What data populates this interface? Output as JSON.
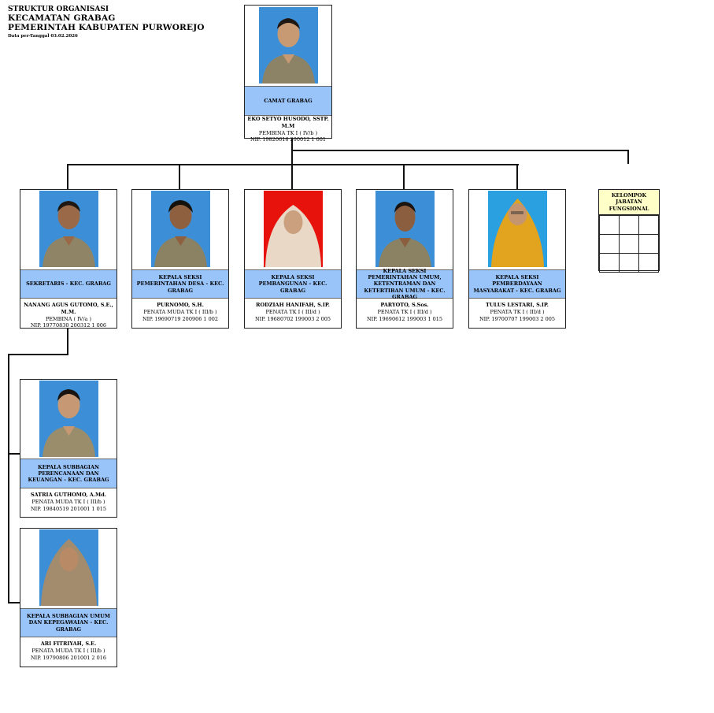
{
  "header": {
    "line1": "STRUKTUR ORGANISASI",
    "line2": "KECAMATAN GRABAG",
    "line3": "PEMERINTAH KABUPATEN PURWOREJO",
    "line4": "Data per-Tanggal 03.02.2026"
  },
  "camat": {
    "jabatan": "CAMAT GRABAG",
    "nama": "EKO SETYO HUSODO, SSTP. M.M",
    "pangkat": "PEMBINA TK I ( IV/b )",
    "nip": "NIP. 19820616 200012 1 001"
  },
  "sekretaris": {
    "jabatan": "SEKRETARIS - KEC. GRABAG",
    "nama": "NANANG AGUS GUTOMO, S.E., M.M.",
    "pangkat": "PEMBINA ( IV/a )",
    "nip": "NIP. 19770830 200312 1 006"
  },
  "kasi_pemerintahan": {
    "jabatan": "KEPALA SEKSI PEMERINTAHAN DESA - KEC. GRABAG",
    "nama": "PURNOMO, S.H.",
    "pangkat": "PENATA MUDA TK I ( III/b )",
    "nip": "NIP. 19690719 200906 1 002"
  },
  "kasi_pembangunan": {
    "jabatan": "KEPALA SEKSI PEMBANGUNAN - KEC. GRABAG",
    "nama": "RODZIAH HANIFAH, S.IP.",
    "pangkat": "PENATA TK I ( III/d )",
    "nip": "NIP. 19680702 199003 2 005"
  },
  "kasi_umum": {
    "jabatan": "KEPALA SEKSI PEMERINTAHAN UMUM, KETENTRAMAN DAN KETERTIBAN UMUM - KEC. GRABAG",
    "nama": "PARYOTO, S.Sos.",
    "pangkat": "PENATA TK I ( III/d )",
    "nip": "NIP. 19690612 199003 1 015"
  },
  "kasi_pemberdayaan": {
    "jabatan": "KEPALA SEKSI PEMBERDAYAAN MASYARAKAT - KEC. GRABAG",
    "nama": "TULUS LESTARI, S.IP.",
    "pangkat": "PENATA TK I ( III/d )",
    "nip": "NIP. 19700707 199003 2 005"
  },
  "fungsional": {
    "title": "KELOMPOK JABATAN FUNGSIONAL"
  },
  "kasubag_perencanaan": {
    "jabatan": "KEPALA SUBBAGIAN PERENCANAAN DAN KEUANGAN - KEC. GRABAG",
    "nama": "SATRIA GUTHOMO, A.Md.",
    "pangkat": "PENATA MUDA TK I ( III/b )",
    "nip": "NIP. 19840519 201001 1 015"
  },
  "kasubag_umum": {
    "jabatan": "KEPALA SUBBAGIAN UMUM DAN KEPEGAWAIAN - KEC. GRABAG",
    "nama": "ARI FITRIYAH, S.E.",
    "pangkat": "PENATA MUDA TK I ( III/b )",
    "nip": "NIP. 19790806 201001 2 016"
  },
  "colors": {
    "jabatan_bg": "#99c4fa",
    "fungsional_bg": "#ffffc8",
    "photo_blue": "#3c8fd6",
    "photo_red": "#e8120c"
  }
}
